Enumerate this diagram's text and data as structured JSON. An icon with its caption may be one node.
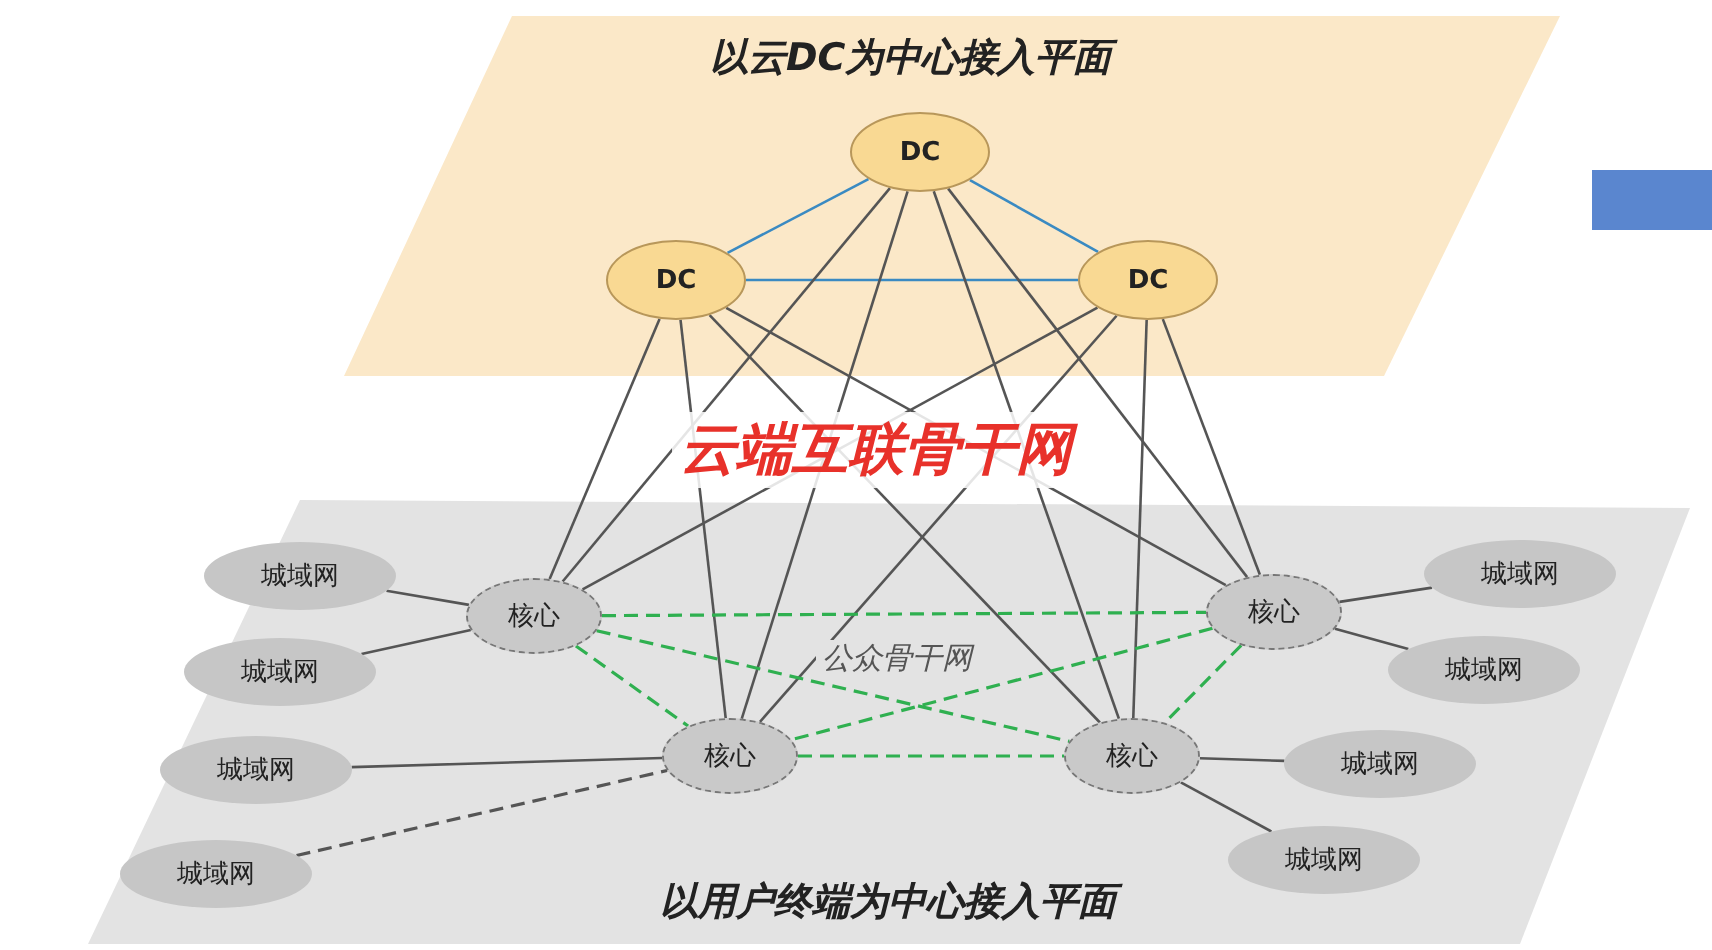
{
  "diagram": {
    "nodes": [
      {
        "text": [
          "以云DC为中心接入平面"
        ]
      },
      {
        "text": [
          "DC"
        ],
        "in": 0
      },
      {
        "text": [
          "DC"
        ],
        "in": 0
      },
      {
        "text": [
          "DC"
        ],
        "in": 0
      },
      {
        "text": [
          "以用户终端为中心接入平面"
        ]
      },
      {
        "text": [
          "核心"
        ],
        "in": 4
      },
      {
        "text": [
          "核心"
        ],
        "in": 4
      },
      {
        "text": [
          "核心"
        ],
        "in": 4
      },
      {
        "text": [
          "核心"
        ],
        "in": 4
      },
      {
        "text": [
          "城域网"
        ],
        "in": 4
      },
      {
        "text": [
          "城域网"
        ],
        "in": 4
      },
      {
        "text": [
          "城域网"
        ],
        "in": 4
      },
      {
        "text": [
          "城域网"
        ],
        "in": 4
      },
      {
        "text": [
          "城域网"
        ],
        "in": 4
      },
      {
        "text": [
          "城域网"
        ],
        "in": 4
      },
      {
        "text": [
          "城域网"
        ],
        "in": 4
      },
      {
        "text": [
          "城域网"
        ],
        "in": 4
      }
    ],
    "edges": [
      {
        "from": 1,
        "to": 2,
        "arrow": "none",
        "color": "#3a8ac2"
      },
      {
        "from": 1,
        "to": 3,
        "arrow": "none",
        "color": "#3a8ac2"
      },
      {
        "from": 2,
        "to": 3,
        "arrow": "none",
        "color": "#3a8ac2"
      },
      {
        "from": 1,
        "to": 5,
        "arrow": "none"
      },
      {
        "from": 1,
        "to": 6,
        "arrow": "none"
      },
      {
        "from": 1,
        "to": 7,
        "arrow": "none"
      },
      {
        "from": 1,
        "to": 8,
        "arrow": "none"
      },
      {
        "from": 2,
        "to": 5,
        "arrow": "none"
      },
      {
        "from": 2,
        "to": 6,
        "arrow": "none"
      },
      {
        "from": 2,
        "to": 7,
        "arrow": "none"
      },
      {
        "from": 2,
        "to": 8,
        "arrow": "none"
      },
      {
        "from": 3,
        "to": 5,
        "arrow": "none"
      },
      {
        "from": 3,
        "to": 6,
        "arrow": "none"
      },
      {
        "from": 3,
        "to": 7,
        "arrow": "none"
      },
      {
        "from": 3,
        "to": 8,
        "arrow": "none"
      },
      {
        "from": 5,
        "to": 6,
        "arrow": "none",
        "style": "dashed",
        "color": "#2fb050"
      },
      {
        "from": 5,
        "to": 7,
        "arrow": "none",
        "style": "dashed",
        "color": "#2fb050"
      },
      {
        "from": 5,
        "to": 8,
        "arrow": "none",
        "style": "dashed",
        "color": "#2fb050"
      },
      {
        "from": 6,
        "to": 7,
        "arrow": "none",
        "style": "dashed",
        "color": "#2fb050"
      },
      {
        "from": 6,
        "to": 8,
        "arrow": "none",
        "style": "dashed",
        "color": "#2fb050"
      },
      {
        "from": 7,
        "to": 8,
        "arrow": "none",
        "style": "dashed",
        "color": "#2fb050"
      },
      {
        "from": 9,
        "to": 5,
        "arrow": "none"
      },
      {
        "from": 10,
        "to": 5,
        "arrow": "none"
      },
      {
        "from": 11,
        "to": 7,
        "arrow": "none"
      },
      {
        "from": 12,
        "to": 7,
        "arrow": "none",
        "style": "dashed"
      },
      {
        "from": 13,
        "to": 6,
        "arrow": "none"
      },
      {
        "from": 14,
        "to": 6,
        "arrow": "none"
      },
      {
        "from": 15,
        "to": 8,
        "arrow": "none"
      },
      {
        "from": 16,
        "to": 8,
        "arrow": "none"
      }
    ],
    "labels": [
      "云端互联骨干网",
      "公众骨干网"
    ]
  }
}
